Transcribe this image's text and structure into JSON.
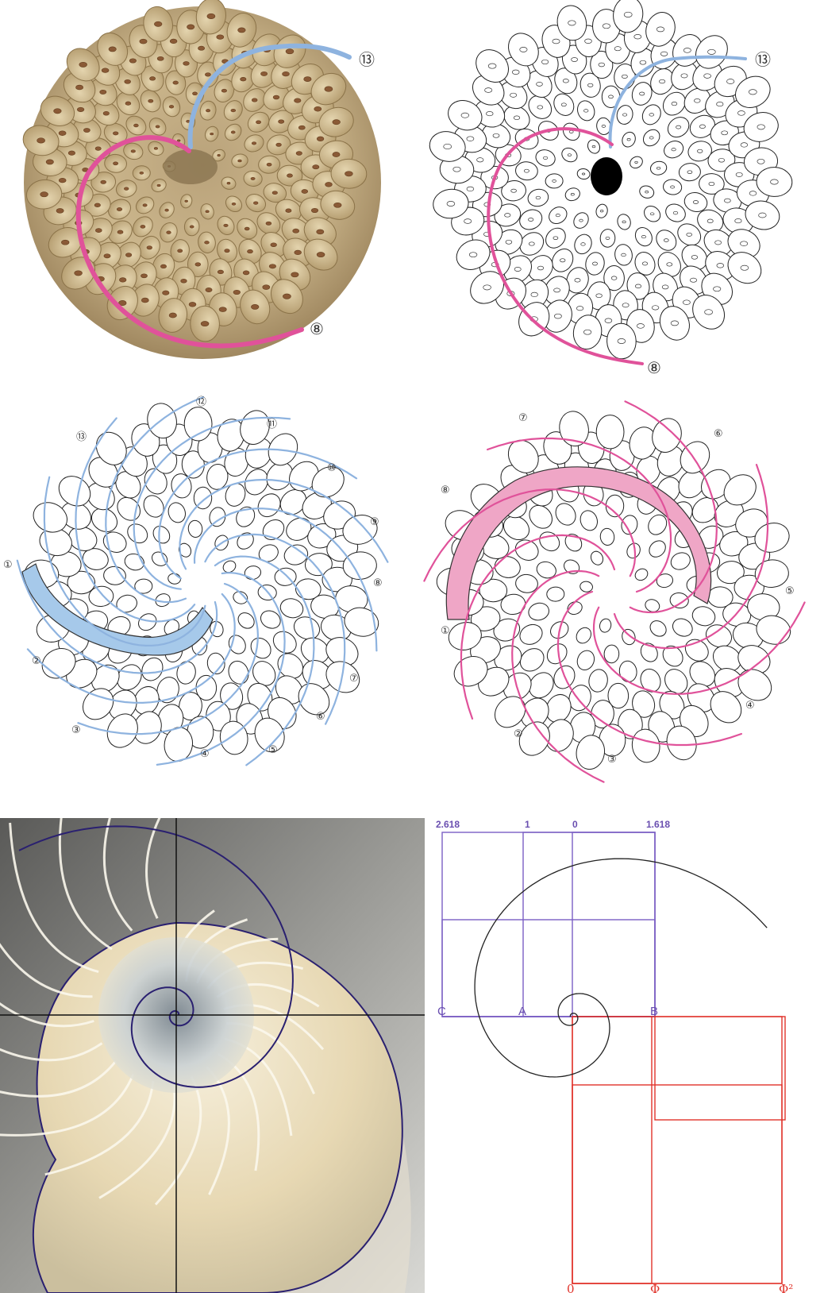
{
  "colors": {
    "blue_spiral": "#8eb3df",
    "pink_spiral": "#e0529a",
    "pink_fill": "#efa6c6",
    "blue_fill": "#a6c9ea",
    "purple_grid": "#7b5fc4",
    "red_grid": "#e0322a",
    "cone_tan": "#cdb88e"
  },
  "cone_photo": {
    "labels": [
      "⑬",
      "⑧"
    ]
  },
  "cone_line": {
    "labels": [
      "⑬",
      "⑧"
    ]
  },
  "cone_blue": {
    "labels": [
      "①",
      "②",
      "③",
      "④",
      "⑤",
      "⑥",
      "⑦",
      "⑧",
      "⑨",
      "⑩",
      "⑪",
      "⑫",
      "⑬"
    ]
  },
  "cone_pink": {
    "labels": [
      "①",
      "②",
      "③",
      "④",
      "⑤",
      "⑥",
      "⑦",
      "⑧"
    ]
  },
  "golden": {
    "top_labels": [
      "2.618",
      "1",
      "0",
      "1.618"
    ],
    "point_labels": [
      "C",
      "A",
      "B"
    ],
    "bottom_labels": [
      "0",
      "Φ",
      "Φ²"
    ]
  }
}
